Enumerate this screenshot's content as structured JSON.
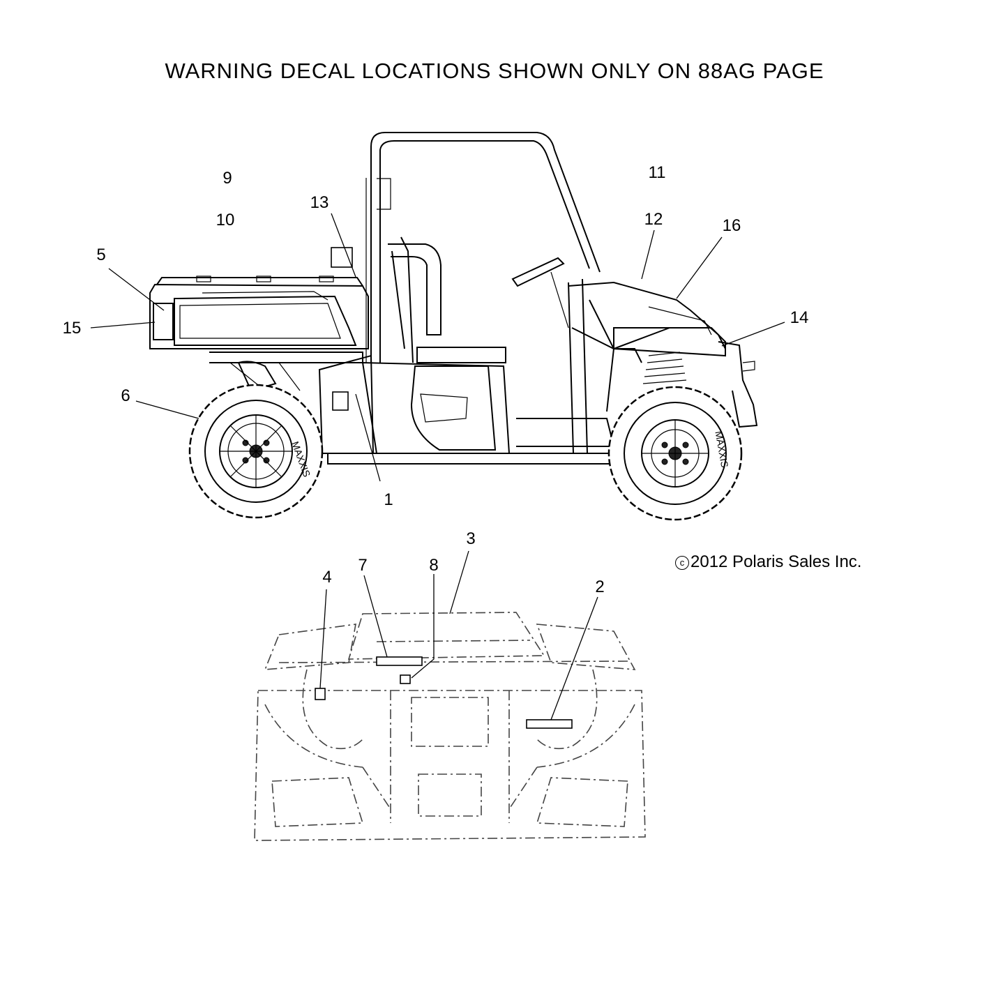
{
  "title": "WARNING DECAL LOCATIONS SHOWN ONLY ON 88AG PAGE",
  "copyright": {
    "symbol": "c",
    "text": "2012 Polaris Sales Inc."
  },
  "callouts": [
    {
      "id": "1",
      "label": "1"
    },
    {
      "id": "2",
      "label": "2"
    },
    {
      "id": "3",
      "label": "3"
    },
    {
      "id": "4",
      "label": "4"
    },
    {
      "id": "5",
      "label": "5"
    },
    {
      "id": "6",
      "label": "6"
    },
    {
      "id": "7",
      "label": "7"
    },
    {
      "id": "8",
      "label": "8"
    },
    {
      "id": "9",
      "label": "9"
    },
    {
      "id": "10",
      "label": "10"
    },
    {
      "id": "11",
      "label": "11"
    },
    {
      "id": "12",
      "label": "12"
    },
    {
      "id": "13",
      "label": "13"
    },
    {
      "id": "14",
      "label": "14"
    },
    {
      "id": "15",
      "label": "15"
    },
    {
      "id": "16",
      "label": "16"
    }
  ],
  "tire_brand": "MAXXIS"
}
